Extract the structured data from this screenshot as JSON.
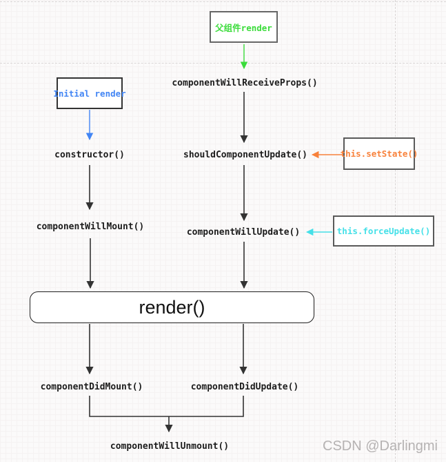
{
  "diagram": {
    "boxes": {
      "parent_render": {
        "label": "父组件render",
        "text_color": "#3bdc3b"
      },
      "initial_render": {
        "label": "Initial render",
        "text_color": "#4285f4"
      },
      "set_state": {
        "label": "this.setState()",
        "text_color": "#f8823c"
      },
      "force_update": {
        "label": "this.forceUpdate()",
        "text_color": "#45e0e8"
      },
      "render_node": {
        "label": "render()"
      }
    },
    "labels": {
      "component_will_receive_props": "componentWillReceiveProps()",
      "should_component_update": "shouldComponentUpdate()",
      "component_will_update": "componentWillUpdate()",
      "constructor_label": "constructor()",
      "component_will_mount": "componentWillMount()",
      "component_did_mount": "componentDidMount()",
      "component_did_update": "componentDidUpdate()",
      "component_will_unmount": "componentWillUnmount()"
    },
    "edges": [
      {
        "from": "parent_render",
        "to": "component_will_receive_props",
        "color": "#3bdc3b"
      },
      {
        "from": "component_will_receive_props",
        "to": "should_component_update",
        "color": "#333333"
      },
      {
        "from": "set_state",
        "to": "should_component_update",
        "color": "#f8823c"
      },
      {
        "from": "should_component_update",
        "to": "component_will_update",
        "color": "#333333"
      },
      {
        "from": "force_update",
        "to": "component_will_update",
        "color": "#45e0e8"
      },
      {
        "from": "component_will_update",
        "to": "render_node",
        "color": "#333333"
      },
      {
        "from": "initial_render",
        "to": "constructor_label",
        "color": "#4285f4"
      },
      {
        "from": "constructor_label",
        "to": "component_will_mount",
        "color": "#333333"
      },
      {
        "from": "component_will_mount",
        "to": "render_node",
        "color": "#333333"
      },
      {
        "from": "render_node",
        "to": "component_did_mount",
        "color": "#333333"
      },
      {
        "from": "render_node",
        "to": "component_did_update",
        "color": "#333333"
      },
      {
        "from": "component_did_mount+component_did_update",
        "to": "component_will_unmount",
        "color": "#333333"
      }
    ],
    "colors": {
      "arrow_black": "#333333",
      "green": "#3bdc3b",
      "blue": "#4285f4",
      "orange": "#f8823c",
      "cyan": "#45e0e8",
      "box_border": "#595959",
      "grid_major": "#edeaea",
      "grid_minor": "#f5f2f2"
    }
  },
  "watermark": {
    "text": "CSDN @Darlingmi"
  }
}
